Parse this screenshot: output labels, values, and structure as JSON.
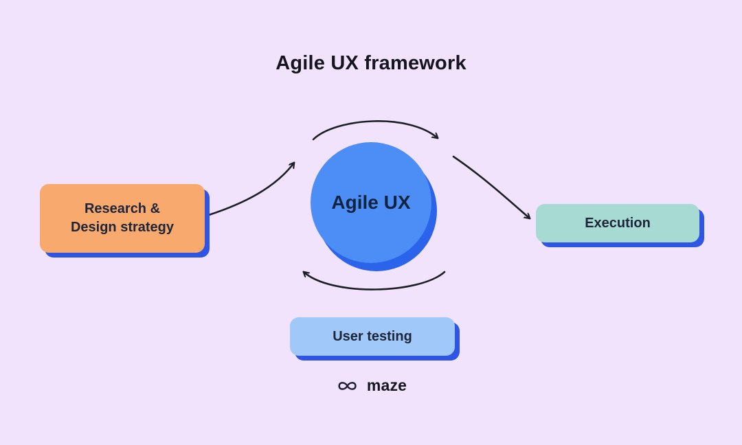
{
  "title": "Agile UX framework",
  "center_node": {
    "label": "Agile UX",
    "fill": "#4C8DF6",
    "shadow": "#2B63EA"
  },
  "nodes": {
    "research": {
      "label": "Research &\nDesign strategy",
      "fill": "#F8A96E"
    },
    "execution": {
      "label": "Execution",
      "fill": "#A6DAD2"
    },
    "user_testing": {
      "label": "User testing",
      "fill": "#A0C8F8"
    }
  },
  "arrows": {
    "cycle_top": "clockwise arc above center circle",
    "research_to_center": "curved arrow from Research & Design strategy to circle",
    "center_to_execution": "curved arrow from circle to Execution",
    "cycle_bottom": "counter-clockwise arc below center circle"
  },
  "brand": {
    "name": "maze",
    "icon": "maze-logo-icon"
  },
  "colors": {
    "background": "#F0E3FB",
    "arrow": "#1E1E28",
    "box_shadow": "#2F55E5",
    "title_text": "#16141F",
    "node_text": "#1D2539"
  }
}
